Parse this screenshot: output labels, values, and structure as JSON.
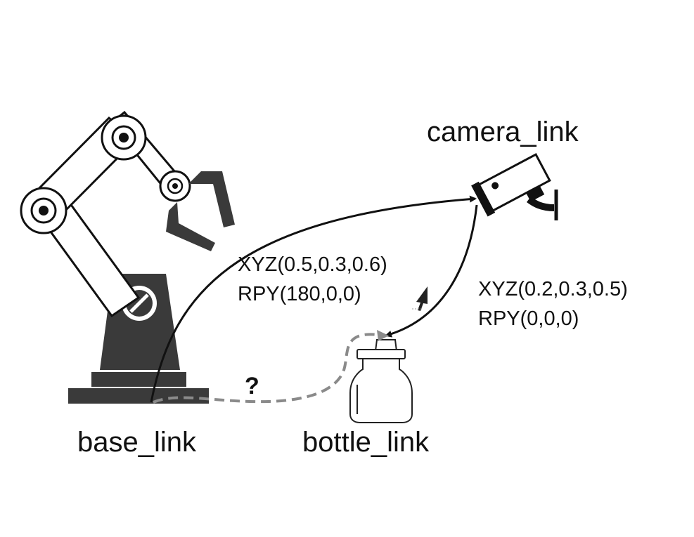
{
  "colors": {
    "ink": "#111111",
    "dark": "#3a3a3a",
    "dash": "#8a8a8a",
    "paper": "#ffffff"
  },
  "icons": [
    "robot-arm-icon",
    "camera-icon",
    "bottle-icon",
    "cursor-icon"
  ],
  "labels": {
    "camera_link": "camera_link",
    "base_link": "base_link",
    "bottle_link": "bottle_link",
    "unknown": "?"
  },
  "transforms": {
    "base_to_camera": {
      "xyz": "XYZ(0.5,0.3,0.6)",
      "rpy": "RPY(180,0,0)"
    },
    "camera_to_bottle": {
      "xyz": "XYZ(0.2,0.3,0.5)",
      "rpy": "RPY(0,0,0)"
    }
  }
}
